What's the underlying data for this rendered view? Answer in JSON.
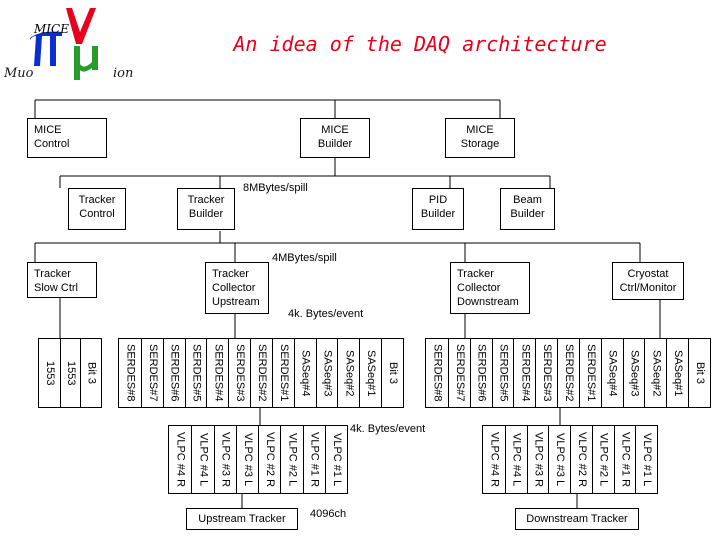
{
  "title": "An idea of the DAQ architecture",
  "logo": {
    "mice": "MICE",
    "muo": "Muo",
    "ion": "ion"
  },
  "boxes": {
    "mice_control": "MICE\nControl",
    "mice_builder": "MICE\nBuilder",
    "mice_storage": "MICE\nStorage",
    "tracker_control": "Tracker\nControl",
    "tracker_builder": "Tracker\nBuilder",
    "pid_builder": "PID\nBuilder",
    "beam_builder": "Beam\nBuilder",
    "tracker_slow_ctrl": "Tracker\nSlow Ctrl",
    "tracker_collector_upstream": "Tracker\nCollector\nUpstream",
    "tracker_collector_downstream": "Tracker\nCollector\nDownstream",
    "cryostat_ctrl_monitor": "Cryostat\nCtrl/Monitor",
    "upstream_tracker": "Upstream Tracker",
    "downstream_tracker": "Downstream Tracker"
  },
  "labels": {
    "rate_8mb": "8MBytes/spill",
    "rate_4mb": "4MBytes/spill",
    "rate_4kb_upper": "4k. Bytes/event",
    "rate_4kb_lower": "4k. Bytes/event",
    "channels": "4096ch"
  },
  "slow_crate": [
    "1553",
    "1553",
    "Bit 3"
  ],
  "upstream_crate": [
    "SERDES#8",
    "SERDES#7",
    "SERDES#6",
    "SERDES#5",
    "SERDES#4",
    "SERDES#3",
    "SERDES#2",
    "SERDES#1",
    "SASeq#4",
    "SASeq#3",
    "SASeq#2",
    "SASeq#1",
    "Bit 3"
  ],
  "downstream_crate": [
    "SERDES#8",
    "SERDES#7",
    "SERDES#6",
    "SERDES#5",
    "SERDES#4",
    "SERDES#3",
    "SERDES#2",
    "SERDES#1",
    "SASeq#4",
    "SASeq#3",
    "SASeq#2",
    "SASeq#1",
    "Bit 3"
  ],
  "upstream_vlpc": [
    "VLPC #4 R",
    "VLPC #4 L",
    "VLPC #3 R",
    "VLPC #3 L",
    "VLPC #2 R",
    "VLPC #2 L",
    "VLPC #1 R",
    "VLPC #1 L"
  ],
  "downstream_vlpc": [
    "VLPC #4 R",
    "VLPC #4 L",
    "VLPC #3 R",
    "VLPC #3 L",
    "VLPC #2 R",
    "VLPC #2 L",
    "VLPC #1 R",
    "VLPC #1 L"
  ],
  "colors": {
    "title": "#e8001c",
    "logo_pi": "#0a2fd0",
    "logo_nu": "#e8001c",
    "logo_mu": "#2a9a2a"
  }
}
